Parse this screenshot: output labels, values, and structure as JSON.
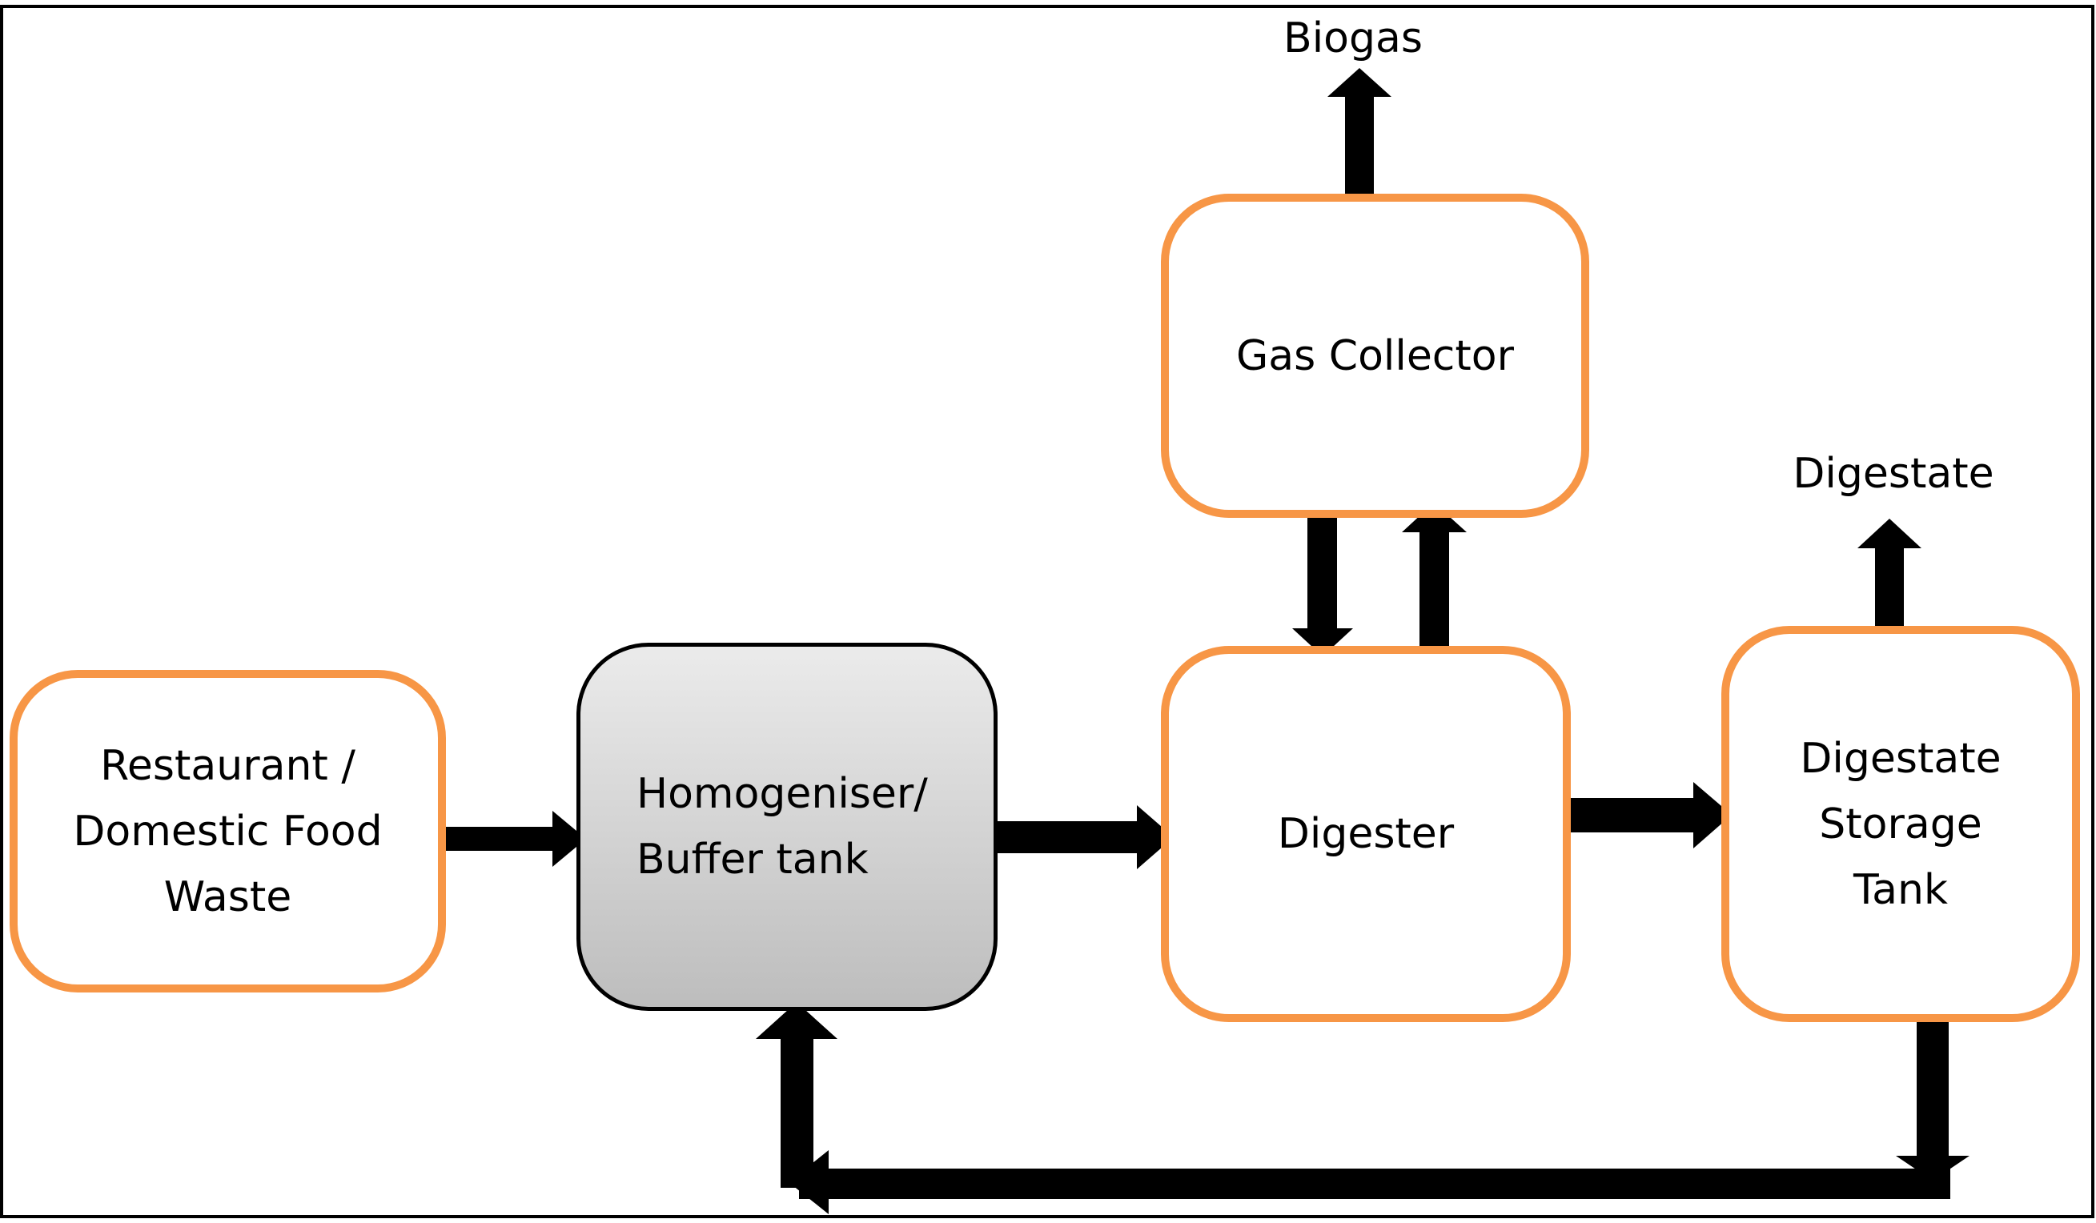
{
  "nodes": {
    "food_waste": {
      "lines": [
        "Restaurant /",
        "Domestic Food",
        "Waste"
      ]
    },
    "homogeniser": {
      "lines": [
        "Homogeniser/",
        "Buffer tank"
      ]
    },
    "digester": {
      "lines": [
        "Digester"
      ]
    },
    "gas_collector": {
      "lines": [
        "Gas Collector"
      ]
    },
    "storage_tank": {
      "lines": [
        "Digestate",
        "Storage",
        "Tank"
      ]
    }
  },
  "outputs": {
    "biogas": "Biogas",
    "digestate": "Digestate"
  },
  "colors": {
    "box_border": "#f79646",
    "arrow": "#000000",
    "frame": "#000000"
  }
}
